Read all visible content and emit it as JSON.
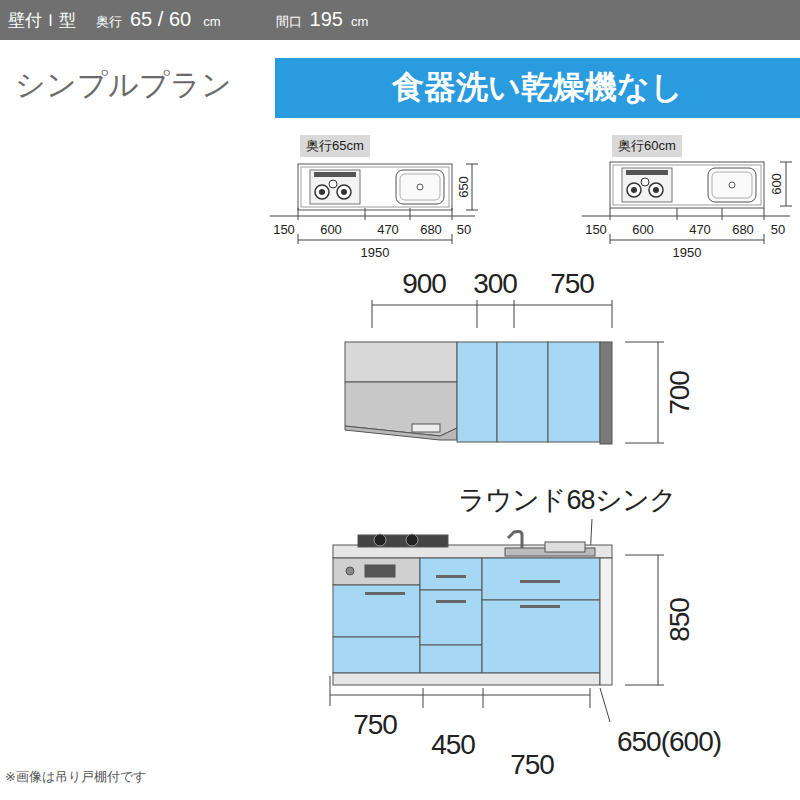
{
  "diagram": {
    "title": "シンプルプラン",
    "nodes": [
      {
        "text": [
          "壁付Ｉ型",
          "奥行",
          "65 / 60",
          "cm",
          "間口",
          "195",
          "cm"
        ]
      },
      {
        "text": [
          "食器洗い乾燥機なし"
        ]
      },
      {
        "text": [
          "奥行65cm"
        ]
      },
      {
        "text": [
          "奥行60cm"
        ]
      }
    ],
    "labels": [
      "650",
      "150",
      "600",
      "470",
      "680",
      "50",
      "1950",
      "600",
      "150",
      "600",
      "470",
      "680",
      "50",
      "1950",
      "900",
      "300",
      "750",
      "700",
      "ラウンド68シンク",
      "850",
      "750",
      "450",
      "750",
      "650(600)",
      "※画像は吊り戸棚付です"
    ]
  }
}
